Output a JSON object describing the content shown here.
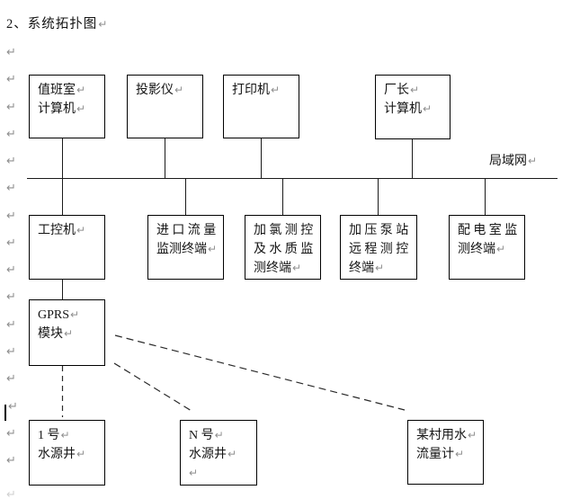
{
  "page": {
    "title": "2、系统拓扑图"
  },
  "glyphs": {
    "line_break": "↵"
  },
  "diagram": {
    "lan_label": "局域网",
    "nodes": {
      "duty_room_computer": {
        "lines": [
          "值班室",
          "计算机"
        ]
      },
      "projector": {
        "lines": [
          "投影仪"
        ]
      },
      "printer": {
        "lines": [
          "打印机"
        ]
      },
      "director_computer": {
        "lines": [
          "厂长",
          "计算机"
        ]
      },
      "industrial_computer": {
        "lines": [
          "工控机"
        ]
      },
      "inlet_flow_terminal": {
        "lines": [
          "进口流量",
          "监测终端"
        ]
      },
      "chlorination_terminal": {
        "lines": [
          "加氯测控",
          "及水质监",
          "测终端"
        ]
      },
      "pump_station_terminal": {
        "lines": [
          "加压泵站",
          "远程测控",
          "终端"
        ]
      },
      "power_room_terminal": {
        "lines": [
          "配电室监",
          "测终端"
        ]
      },
      "gprs_module": {
        "lines": [
          "GPRS",
          "模块"
        ]
      },
      "well_1": {
        "lines": [
          "1 号",
          "水源井"
        ]
      },
      "well_n": {
        "lines": [
          "N 号",
          "水源井"
        ]
      },
      "village_flow_meter": {
        "lines": [
          "某村用水",
          "流量计"
        ]
      }
    }
  }
}
